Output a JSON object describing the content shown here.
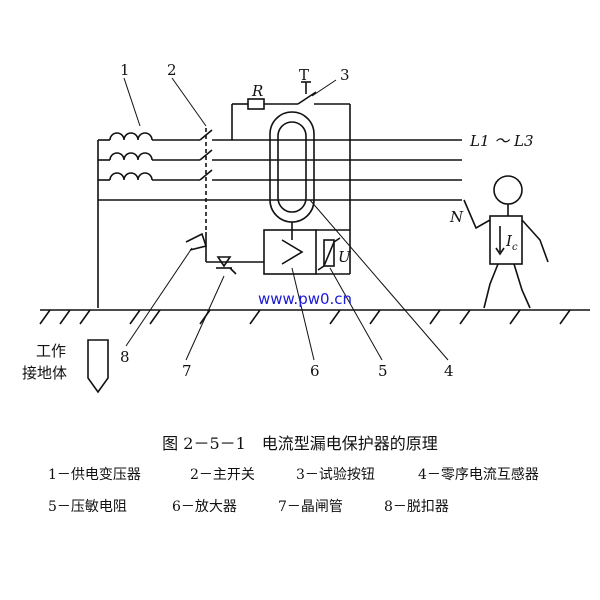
{
  "figure": {
    "callouts": [
      "1",
      "2",
      "3",
      "4",
      "5",
      "6",
      "7",
      "8"
    ],
    "r_label": "R",
    "t_label": "T",
    "line_label": "L1 ～ L3",
    "n_label": "N",
    "ic_label": "I",
    "ic_sub": "c",
    "u_label": "U",
    "ground_label_line1": "工作",
    "ground_label_line2": "接地体",
    "watermark": "www.pw0.cn"
  },
  "caption": "图 2－5－1　电流型漏电保护器的原理",
  "legend": {
    "row1": [
      "1－供电变压器",
      "2－主开关",
      "3－试验按钮",
      "4－零序电流互感器"
    ],
    "row2": [
      "5－压敏电阻",
      "6－放大器",
      "7－晶闸管",
      "8－脱扣器"
    ]
  },
  "colors": {
    "ink": "#111111",
    "watermark": "#1a1ad8"
  }
}
